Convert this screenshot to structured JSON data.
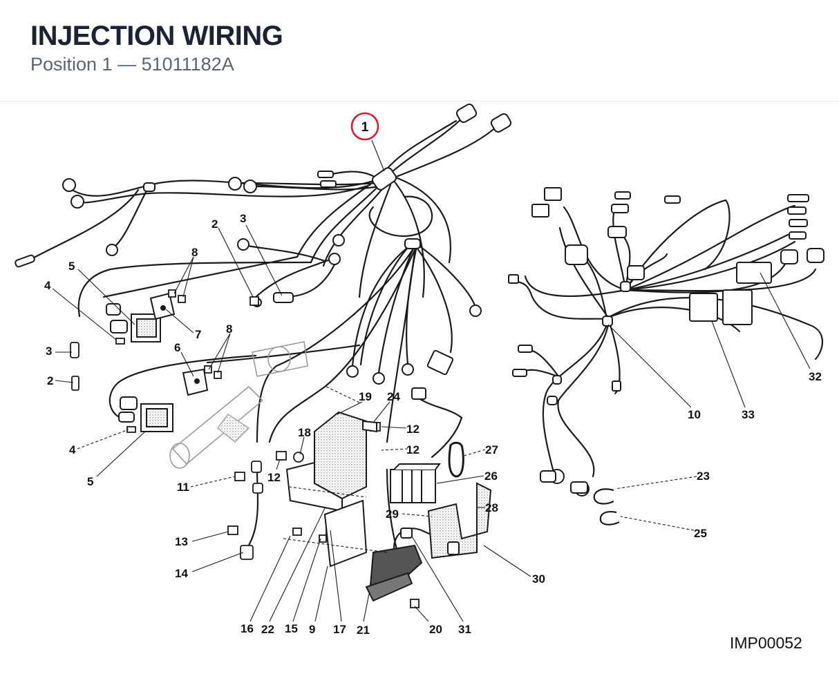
{
  "header": {
    "title": "INJECTION WIRING",
    "subtitle": "Position 1 — 51011182A"
  },
  "highlight": {
    "label": "1",
    "color": "#d0202e"
  },
  "labels": {
    "l1": "2",
    "l2": "3",
    "l3": "8",
    "l4": "5",
    "l5": "4",
    "l6": "7",
    "l7": "3",
    "l8": "2",
    "l9": "6",
    "l10": "8",
    "l11": "4",
    "l12": "5",
    "l13": "11",
    "l14": "12",
    "l15": "18",
    "l16": "19",
    "l17": "24",
    "l18": "12",
    "l19": "12",
    "l20": "27",
    "l21": "26",
    "l22": "28",
    "l23": "29",
    "l24": "13",
    "l25": "14",
    "l26": "30",
    "l27": "16",
    "l28": "22",
    "l29": "15",
    "l30": "9",
    "l31": "17",
    "l32": "21",
    "l33": "20",
    "l34": "31",
    "l35": "10",
    "l36": "33",
    "l37": "32",
    "l38": "23",
    "l39": "25"
  },
  "footer": {
    "code": "IMP00052"
  },
  "colors": {
    "ink": "#1a1a1a",
    "title": "#1b2233",
    "subtitle": "#5b6472",
    "shade": "#cfcfcf"
  }
}
